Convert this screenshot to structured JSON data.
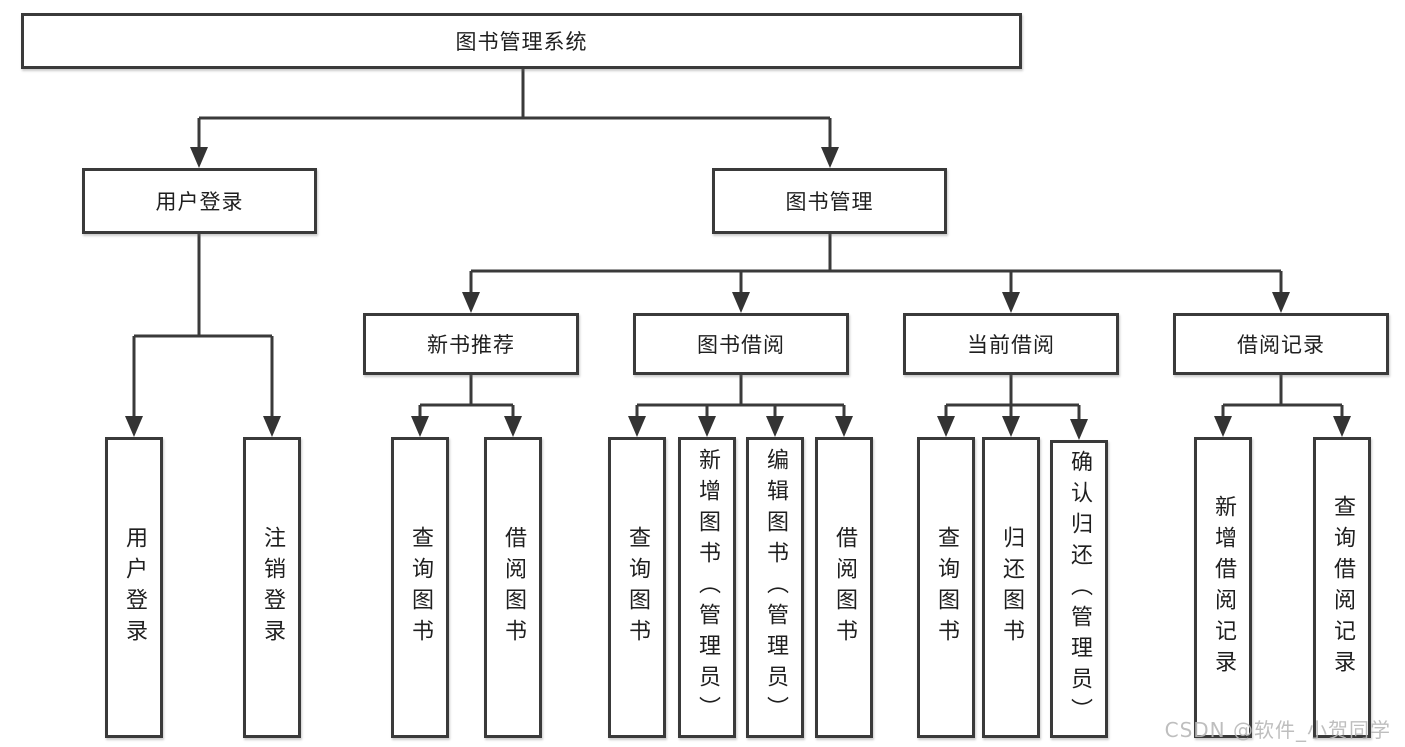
{
  "diagram": {
    "root": {
      "label": "图书管理系统"
    },
    "branches": [
      {
        "label": "用户登录",
        "leaves": [
          "用户登录",
          "注销登录"
        ]
      },
      {
        "label": "图书管理",
        "modules": [
          {
            "label": "新书推荐",
            "leaves": [
              "查询图书",
              "借阅图书"
            ]
          },
          {
            "label": "图书借阅",
            "leaves": [
              "查询图书",
              "新增图书（管理员）",
              "编辑图书（管理员）",
              "借阅图书"
            ]
          },
          {
            "label": "当前借阅",
            "leaves": [
              "查询图书",
              "归还图书",
              "确认归还（管理员）"
            ]
          },
          {
            "label": "借阅记录",
            "leaves": [
              "新增借阅记录",
              "查询借阅记录"
            ]
          }
        ]
      }
    ]
  },
  "watermark": "CSDN @软件_小贺同学",
  "colors": {
    "line": "#3a3a3a",
    "box_border": "#3a3a3a",
    "text": "#1f1f1f",
    "watermark": "#b9b9b9",
    "background": "#ffffff"
  }
}
